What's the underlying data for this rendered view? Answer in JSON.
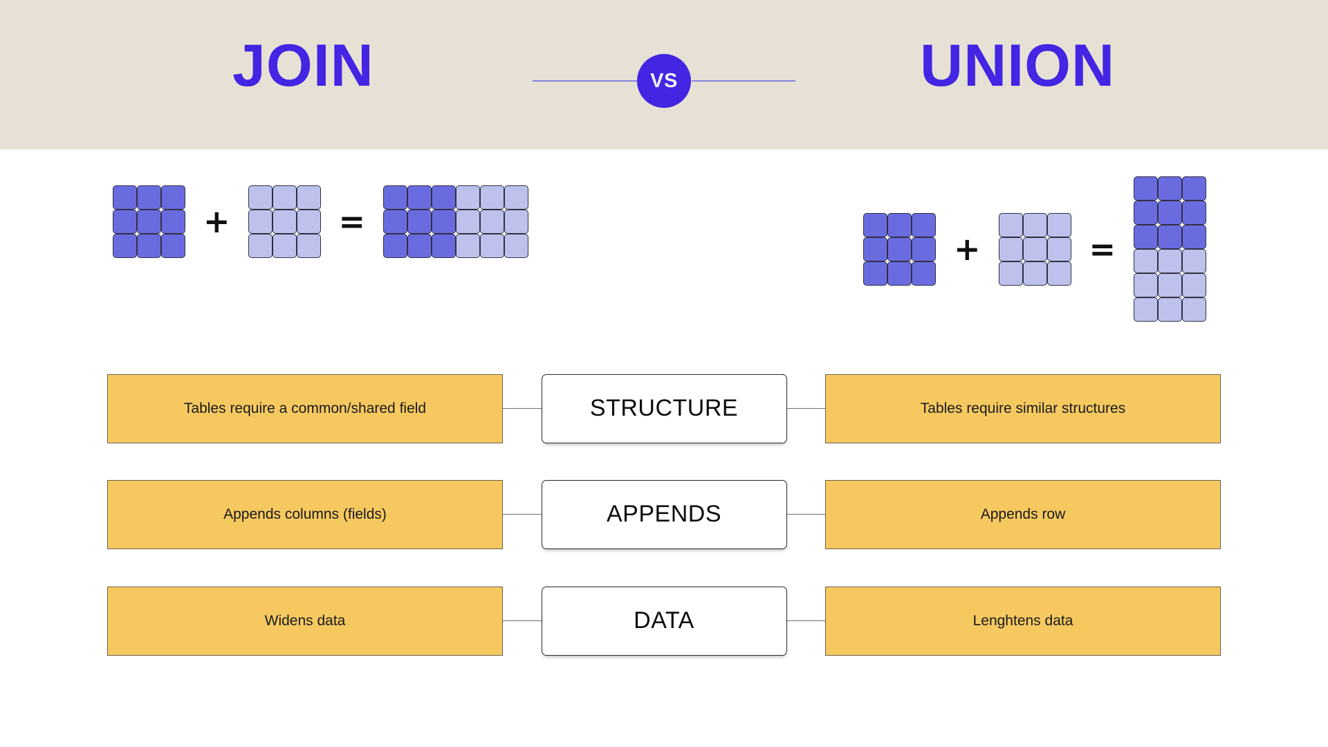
{
  "header": {
    "left_title": "JOIN",
    "right_title": "UNION",
    "vs_label": "VS",
    "band_color": "#E7E1D5",
    "accent_color": "#4325E3",
    "rule_color": "#8b7fe0"
  },
  "colors": {
    "dark_cell": "#6B6BE0",
    "light_cell": "#BDC1EC",
    "cell_border": "#2d3142",
    "side_box_fill": "#F6C960",
    "center_box_fill": "#FFFFFF",
    "connector": "#6F6F6F"
  },
  "diagrams": {
    "join": {
      "operand_a": {
        "rows": 3,
        "cols": 3,
        "shade": "dark"
      },
      "plus_symbol": "+",
      "operand_b": {
        "rows": 3,
        "cols": 3,
        "shade": "light"
      },
      "equals_symbol": "=",
      "result": {
        "rows": 3,
        "cols": 6,
        "dark_cols": 3,
        "light_cols": 3,
        "orientation": "horizontal"
      }
    },
    "union": {
      "operand_a": {
        "rows": 3,
        "cols": 3,
        "shade": "dark"
      },
      "plus_symbol": "+",
      "operand_b": {
        "rows": 3,
        "cols": 3,
        "shade": "light"
      },
      "equals_symbol": "=",
      "result": {
        "rows": 6,
        "cols": 3,
        "dark_rows": 3,
        "light_rows": 3,
        "orientation": "vertical"
      }
    }
  },
  "comparison_rows": [
    {
      "label": "STRUCTURE",
      "left": "Tables require a common/shared field",
      "right": "Tables require similar structures"
    },
    {
      "label": "APPENDS",
      "left": "Appends columns (fields)",
      "right": "Appends row"
    },
    {
      "label": "DATA",
      "left": "Widens data",
      "right": "Lenghtens data"
    }
  ]
}
